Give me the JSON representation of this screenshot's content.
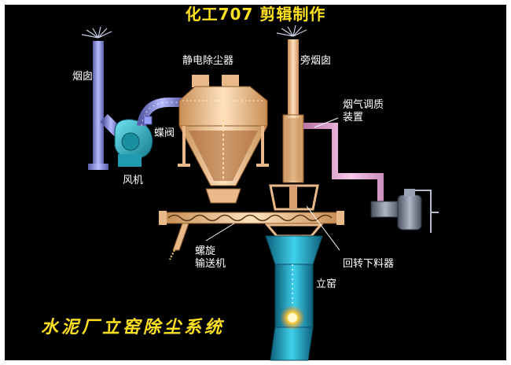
{
  "title": "化工707 剪辑制作",
  "subtitle": "水泥厂立窑除尘系统",
  "labels": {
    "chimney": "烟囱",
    "electrostatic_precipitator": "静电除尘器",
    "bypass_chimney": "旁烟囱",
    "butterfly_valve": "蝶阀",
    "fan": "风机",
    "flue_gas_conditioning": "烟气调质\n装置",
    "screw_conveyor": "螺旋\n输送机",
    "rotary_feeder": "回转下料器",
    "shaft_kiln": "立窑"
  },
  "colors": {
    "background": "#000000",
    "title": "#ffe020",
    "label": "#ffffff",
    "chimney": "#8b8fe0",
    "fan": "#2ab7c9",
    "precipitator": "#f2c79a",
    "kiln": "#1fa6c6",
    "pipe_pink": "#e6a7d6"
  },
  "icons": [
    "smoke-icon",
    "flame-icon"
  ]
}
